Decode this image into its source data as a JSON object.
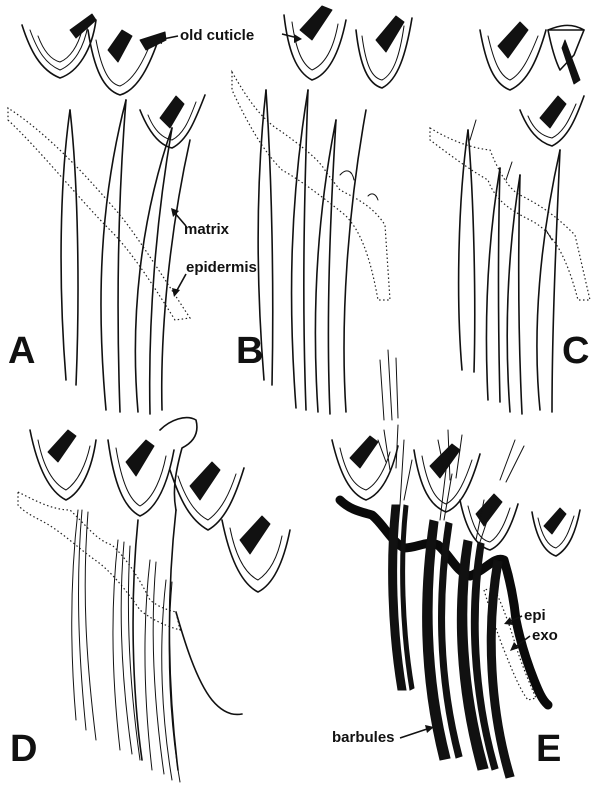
{
  "panels": {
    "a": {
      "letter": "A"
    },
    "b": {
      "letter": "B"
    },
    "c": {
      "letter": "C"
    },
    "d": {
      "letter": "D"
    },
    "e": {
      "letter": "E"
    }
  },
  "labels": {
    "old_cuticle": "old cuticle",
    "matrix": "matrix",
    "epidermis": "epidermis",
    "epi": "epi",
    "exo": "exo",
    "barbules": "barbules"
  }
}
